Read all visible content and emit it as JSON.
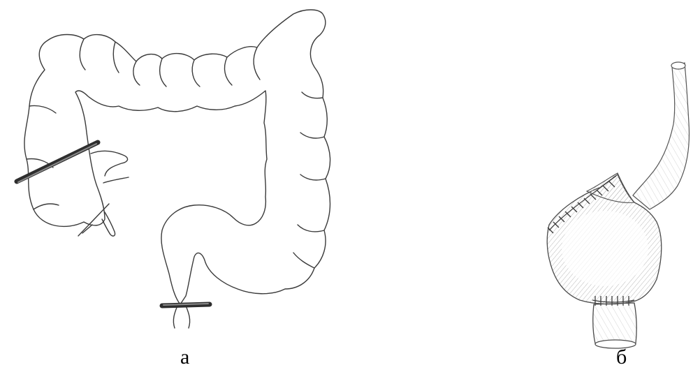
{
  "figure": {
    "panels": [
      {
        "id": "a",
        "caption": "а",
        "icon": "colon-diagram-icon"
      },
      {
        "id": "b",
        "caption": "б",
        "icon": "stomach-diagram-icon"
      }
    ],
    "colors": {
      "outline": "#3a3a3a",
      "clamp": "#2e2e2e",
      "shading": "#9a9a9a",
      "background": "#ffffff"
    }
  }
}
